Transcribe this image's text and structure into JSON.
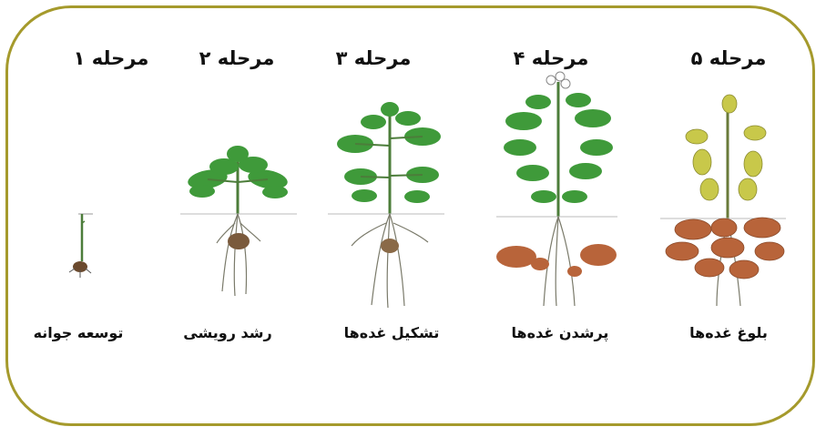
{
  "stages": [
    {
      "title": "مرحله ۱",
      "caption": "توسعه جوانه"
    },
    {
      "title": "مرحله ۲",
      "caption": "رشد رویشی"
    },
    {
      "title": "مرحله ۳",
      "caption": "تشکیل غده‌ها"
    },
    {
      "title": "مرحله ۴",
      "caption": "پرشدن غده‌ها"
    },
    {
      "title": "مرحله ۵",
      "caption": "بلوغ غده‌ها"
    }
  ],
  "colors": {
    "frame": "#a59a2c",
    "leaf_green": "#3f9a3a",
    "leaf_yellow": "#c8c84a",
    "stem": "#4c7d3a",
    "root": "#7a7a6a",
    "tuber": "#b8643a"
  },
  "icons": [
    "sprout-icon",
    "plant-icon",
    "leafy-plant-icon",
    "flowering-plant-icon",
    "mature-plant-icon"
  ]
}
